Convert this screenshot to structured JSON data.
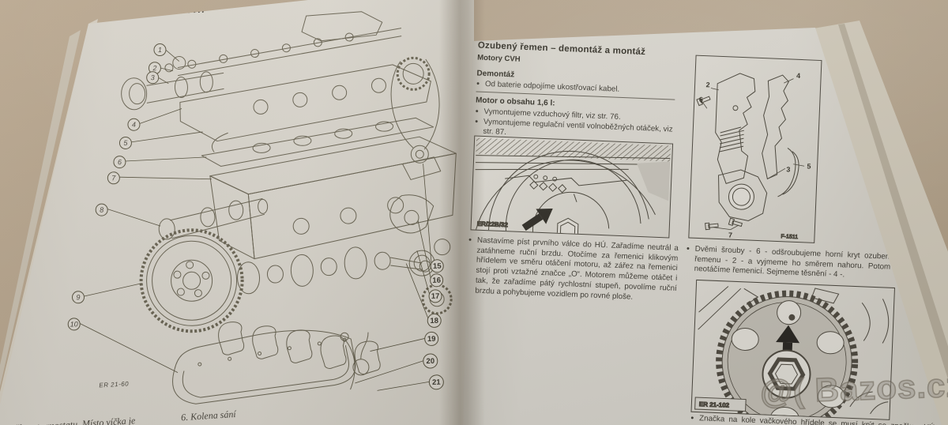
{
  "photo": {
    "watermark": "@( Bazos.cz"
  },
  "left_page": {
    "title": "Motor CVH",
    "diagram_label": "ER 21-60",
    "callouts_left": [
      "1",
      "2",
      "3",
      "4",
      "5",
      "6",
      "7",
      "8",
      "9",
      "10"
    ],
    "callouts_right": [
      "15",
      "16",
      "17",
      "18",
      "19",
      "20",
      "21"
    ],
    "caption_left": "Těleso termostatu. Místo víčka je",
    "caption_right": "6. Kolena sání"
  },
  "right_page": {
    "heading": "Ozubený řemen – demontáž a montáž",
    "subheading": "Motory CVH",
    "demontaz_title": "Demontáž",
    "demontaz_bullet": "Od baterie odpojíme ukostřovací kabel.",
    "motor_title": "Motor o obsahu 1,6 l:",
    "motor_bullets": [
      "Vymontujeme vzduchový filtr, viz str. 76.",
      "Vymontujeme regulační ventil volnoběžných otáček, viz str. 87."
    ],
    "fig_pulley_label": "ER/22B/32",
    "para_piston": "Nastavíme píst prvního válce do HÚ. Zařadíme neutrál a zatáhneme ruční brzdu. Otočíme za řemenici klikovým hřídelem ve směru otáčení motoru, až zářez na řemenici stojí proti vztažné značce „O“. Motorem můžeme otáčet i tak, že zařadíme pátý rychlostní stupeň, povolíme ruční brzdu a pohybujeme vozidlem po rovné ploše.",
    "fig_covers_label": "F-1511",
    "fig_covers_callouts": [
      "2",
      "4",
      "6",
      "3",
      "5",
      "7"
    ],
    "para_covers": "Dvěmi šrouby - 6 - odšroubujeme horní kryt ozubeného řemenu - 2 - a vyjmeme ho směrem nahoru. Potom již neotáčíme řemenicí. Sejmeme těsnění - 4 -.",
    "fig_sprocket_label": "ER 21-102",
    "para_mark": "Značka na kole vačkového hřídele se musí krýt se značkou HÚ. Jinak otočíme klikovým hřídelem o další otáčku."
  }
}
